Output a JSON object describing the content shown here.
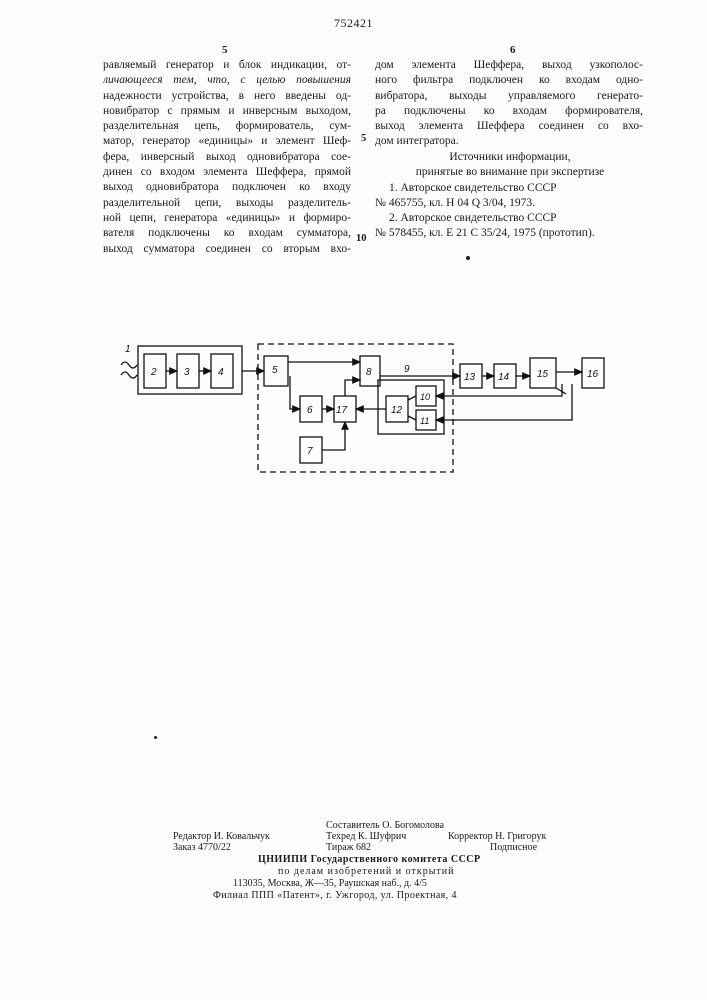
{
  "header": {
    "patent_number": "752421",
    "left_column_number": "5",
    "right_column_number": "6"
  },
  "left_column": [
    "равляемый генератор и блок индикации, от-",
    "личающееся тем, что, с целью повышения",
    "надежности устройства, в него введены од-",
    "новибратор с прямым и инверсным выходом,",
    "разделительная цепь, формирователь, сум-",
    "матор, генератор «единицы» и элемент Шеф-",
    "фера, инверсный выход одновибратора сое-",
    "динен со входом элемента Шеффера, прямой",
    "выход одновибратора подключен ко входу",
    "разделительной цепи, выходы разделитель-",
    "ной цепи, генератора «единицы» и формиро-",
    "вателя подключены ко входам сумматора,",
    "выход сумматора соединен со вторым вхо-"
  ],
  "right_column": [
    "дом элемента Шеффера, выход узкополос-",
    "ного фильтра подключен ко входам одно-",
    "вибратора, выходы управляемого генерато-",
    "ра подключены ко входам формирователя,",
    "выход элемента Шеффера соединен со вхо-",
    "дом интегратора."
  ],
  "line_markers": {
    "five": "5",
    "ten": "10"
  },
  "references": {
    "title_line1": "Источники информации,",
    "title_line2": "принятые во внимание при экспертизе",
    "ref1_line1": "1. Авторское свидетельство СССР",
    "ref1_line2": "№ 465755, кл. Н 04 Q 3/04, 1973.",
    "ref2_line1": "2. Авторское свидетельство СССР",
    "ref2_line2": "№ 578455, кл. Е 21 С 35/24, 1975 (прототип)."
  },
  "diagram": {
    "terminal_label": "1",
    "block_labels": [
      "2",
      "3",
      "4",
      "5",
      "6",
      "7",
      "8",
      "9",
      "10",
      "11",
      "12",
      "13",
      "14",
      "15",
      "16",
      "17"
    ]
  },
  "footer": {
    "compiler": "Составитель О. Богомолова",
    "editor": "Редактор И. Ковальчук",
    "techred": "Техред К. Шуфрич",
    "corrector": "Корректор Н. Григорук",
    "order": "Заказ 4770/22",
    "circulation": "Тираж 682",
    "subscription": "Подписное",
    "org1": "ЦНИИПИ Государственного комитета СССР",
    "org2": "по делам изобретений и открытий",
    "address": "113035, Москва, Ж—35, Раушская наб., д. 4/5",
    "branch": "Филиал ППП «Патент», г. Ужгород, ул. Проектная, 4"
  }
}
